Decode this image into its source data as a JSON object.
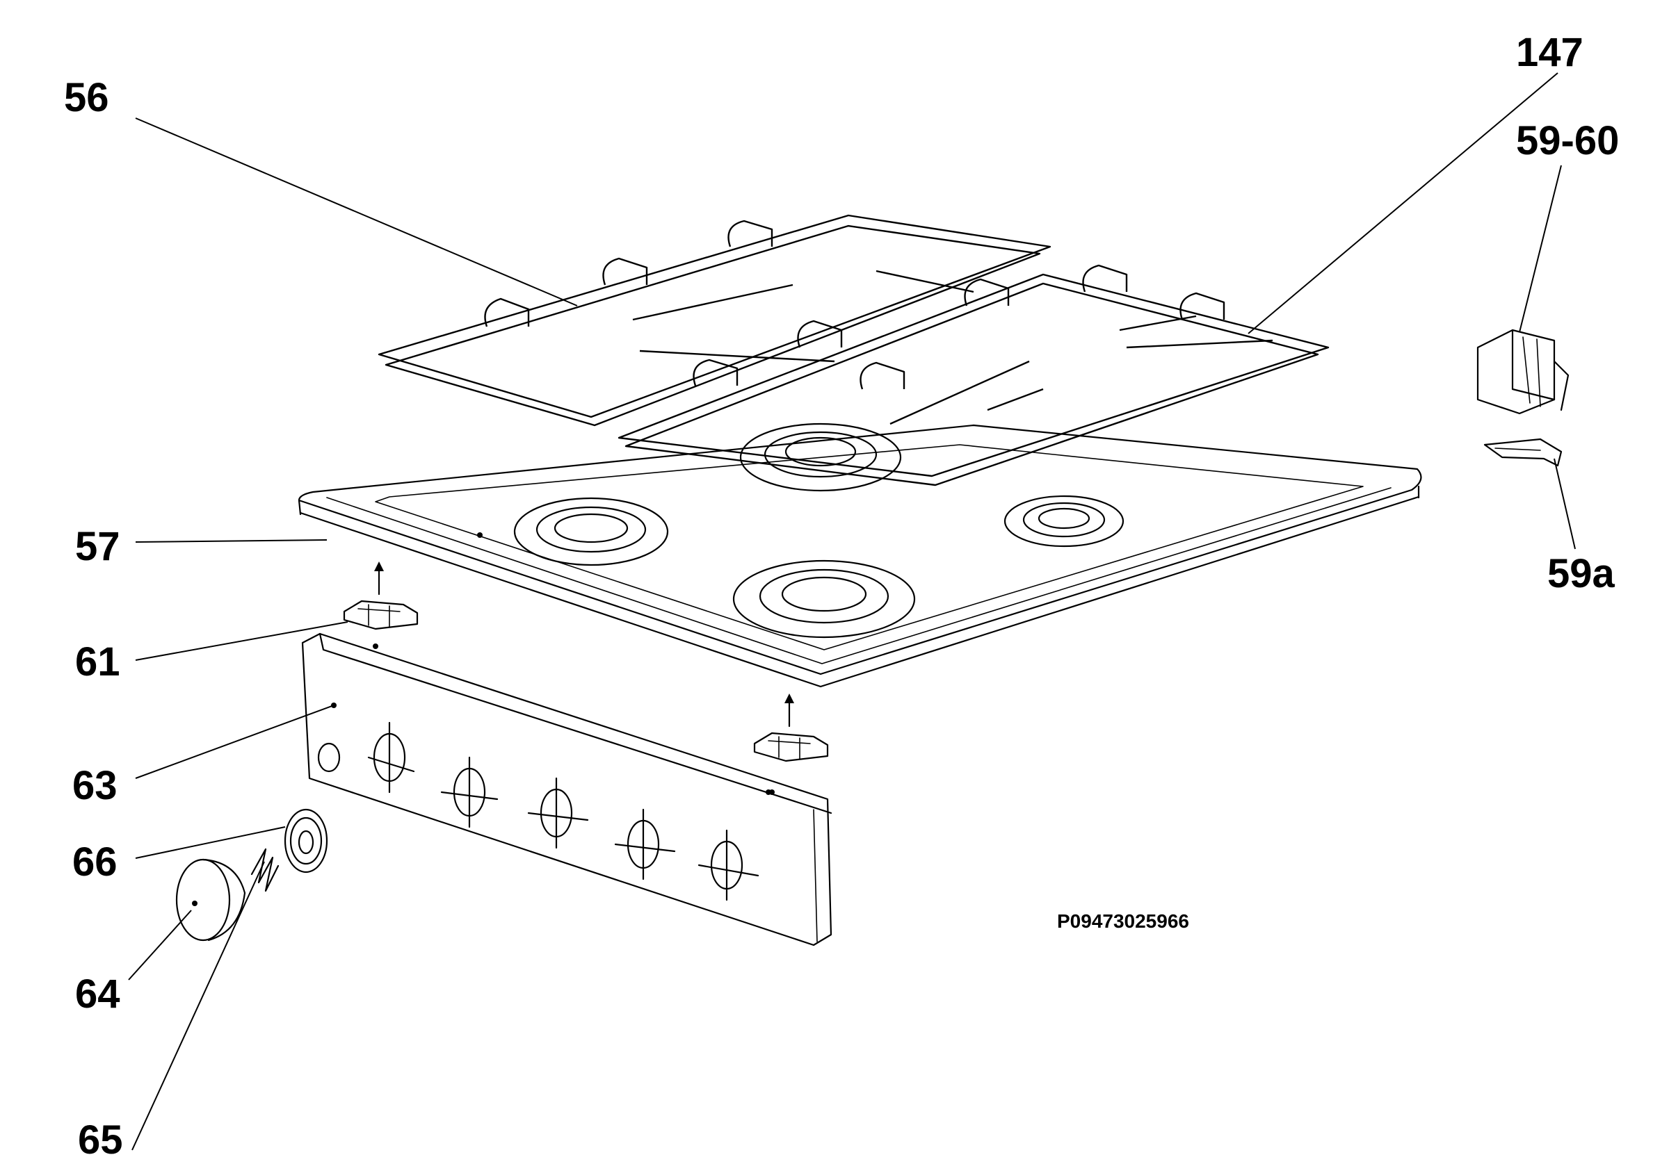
{
  "labels": {
    "l56": "56",
    "l57": "57",
    "l61": "61",
    "l63": "63",
    "l66": "66",
    "l64": "64",
    "l65": "65",
    "l147": "147",
    "l5960": "59-60",
    "l59a": "59a"
  },
  "reference_code": "P09473025966"
}
